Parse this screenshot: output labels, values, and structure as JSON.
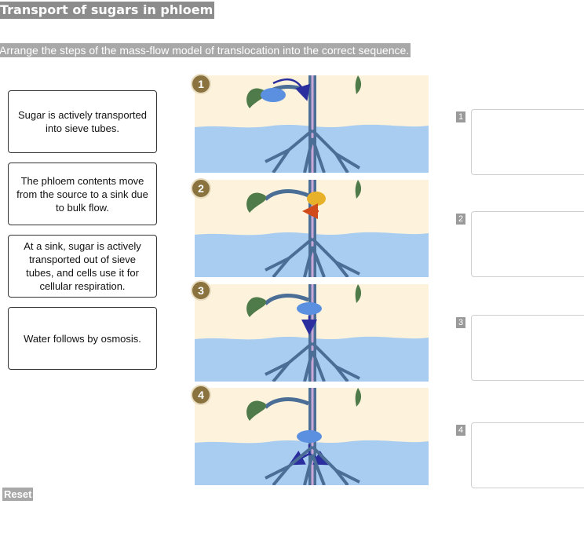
{
  "header": {
    "title": "Transport of sugars in phloem",
    "instructions": "Arrange the steps of the mass-flow model of translocation into the correct sequence."
  },
  "cards": [
    {
      "label": "Sugar is actively transported into sieve tubes."
    },
    {
      "label": "The phloem contents move from the source to a sink due to bulk flow."
    },
    {
      "label": "At a sink, sugar is actively transported out of sieve tubes, and cells use it for cellular respiration."
    },
    {
      "label": "Water follows by osmosis."
    }
  ],
  "figures": [
    {
      "number": "1",
      "icon": "plant-step-sugar-loading"
    },
    {
      "number": "2",
      "icon": "plant-step-water-osmosis"
    },
    {
      "number": "3",
      "icon": "plant-step-bulk-flow"
    },
    {
      "number": "4",
      "icon": "plant-step-sugar-unloading"
    }
  ],
  "slots": [
    {
      "number": "1"
    },
    {
      "number": "2"
    },
    {
      "number": "3"
    },
    {
      "number": "4"
    }
  ],
  "controls": {
    "reset_label": "Reset"
  },
  "colors": {
    "soil": "#a9cdf0",
    "sky": "#fdf2dc",
    "leaf": "#4f7a4a",
    "stem": "#4b6e96",
    "phloem": "#c9a7d7",
    "sugar": "#5b8fe0",
    "water": "#e8b12a",
    "arrow": "#2b2e9e",
    "badge": "#8b7340"
  }
}
